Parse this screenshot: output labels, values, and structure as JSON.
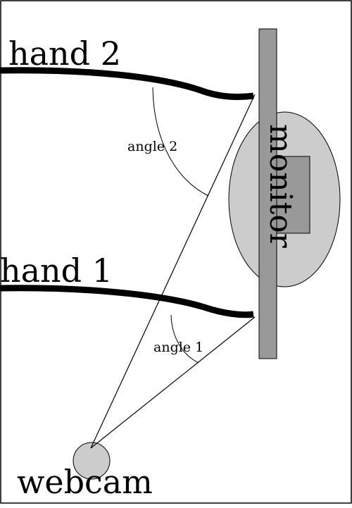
{
  "labels": {
    "hand2": "hand 2",
    "hand1": "hand 1",
    "monitor": "monitor",
    "webcam": "webcam",
    "angle2": "angle 2",
    "angle1": "angle 1"
  },
  "colors": {
    "background": "#ffffff",
    "frame": "#000000",
    "hand": "#000000",
    "monitor_bar": "#999999",
    "stand_ellipse": "#cccccc",
    "stand_inner": "#999999",
    "webcam": "#cccccc",
    "sight_line": "#000000"
  }
}
